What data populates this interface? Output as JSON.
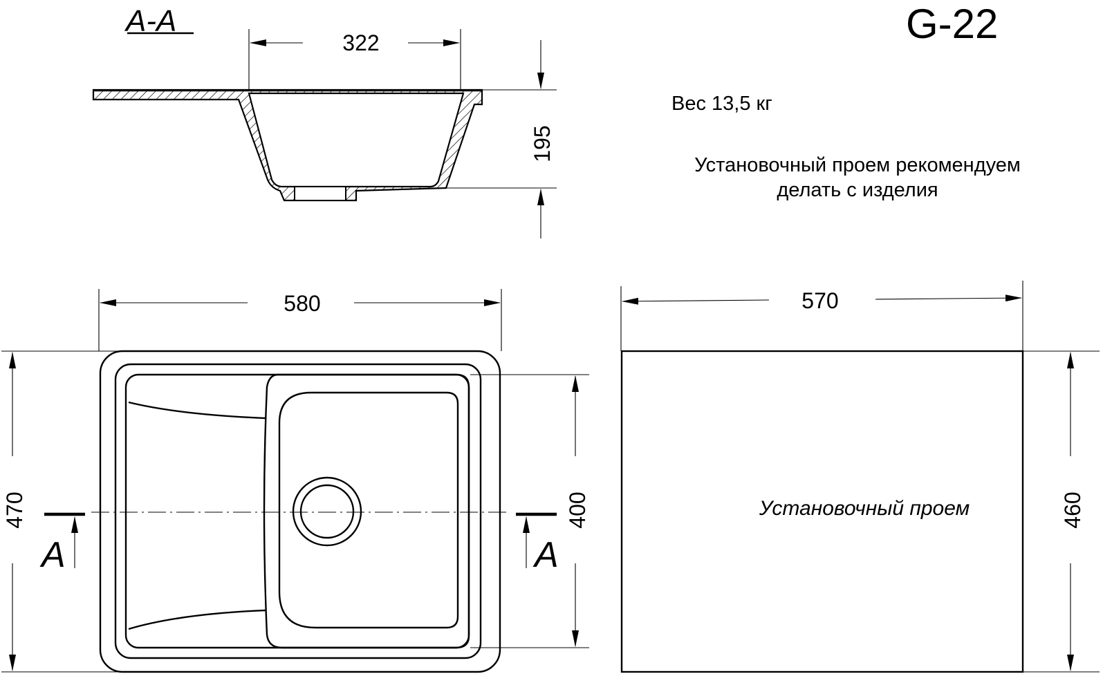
{
  "model": "G-22",
  "section": {
    "title": "A-A",
    "dim_width": "322",
    "dim_depth": "195"
  },
  "notes": {
    "weight": "Вес 13,5 кг",
    "recommendation_line1": "Установочный проем рекомендуем",
    "recommendation_line2": "делать с изделия"
  },
  "plan": {
    "dim_width": "580",
    "dim_height": "470",
    "dim_bowl": "400",
    "cut_left": "A",
    "cut_right": "A"
  },
  "cutout": {
    "dim_width": "570",
    "dim_height": "460",
    "label": "Установочный проем"
  },
  "colors": {
    "line": "#000000",
    "background": "#ffffff",
    "hatch": "#000000"
  }
}
